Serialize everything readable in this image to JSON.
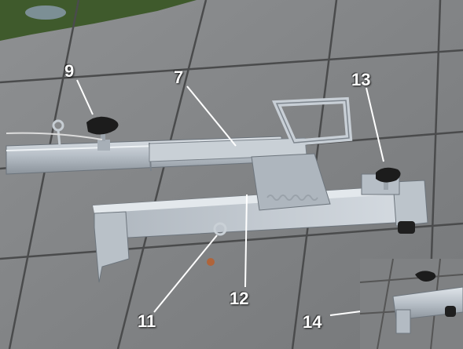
{
  "image": {
    "description_colors": {
      "pavement": "#8a8c8e",
      "pavement_dark": "#6f7173",
      "joint": "#4a4b4c",
      "grass": "#3f5a2c",
      "steel": "#c4cbd2",
      "steel_shadow": "#7f8892",
      "knob": "#1c1c1c",
      "label_text": "#ffffff"
    }
  },
  "callouts": {
    "c9": "9",
    "c7": "7",
    "c13": "13",
    "c12": "12",
    "c11": "11",
    "c14": "14"
  }
}
